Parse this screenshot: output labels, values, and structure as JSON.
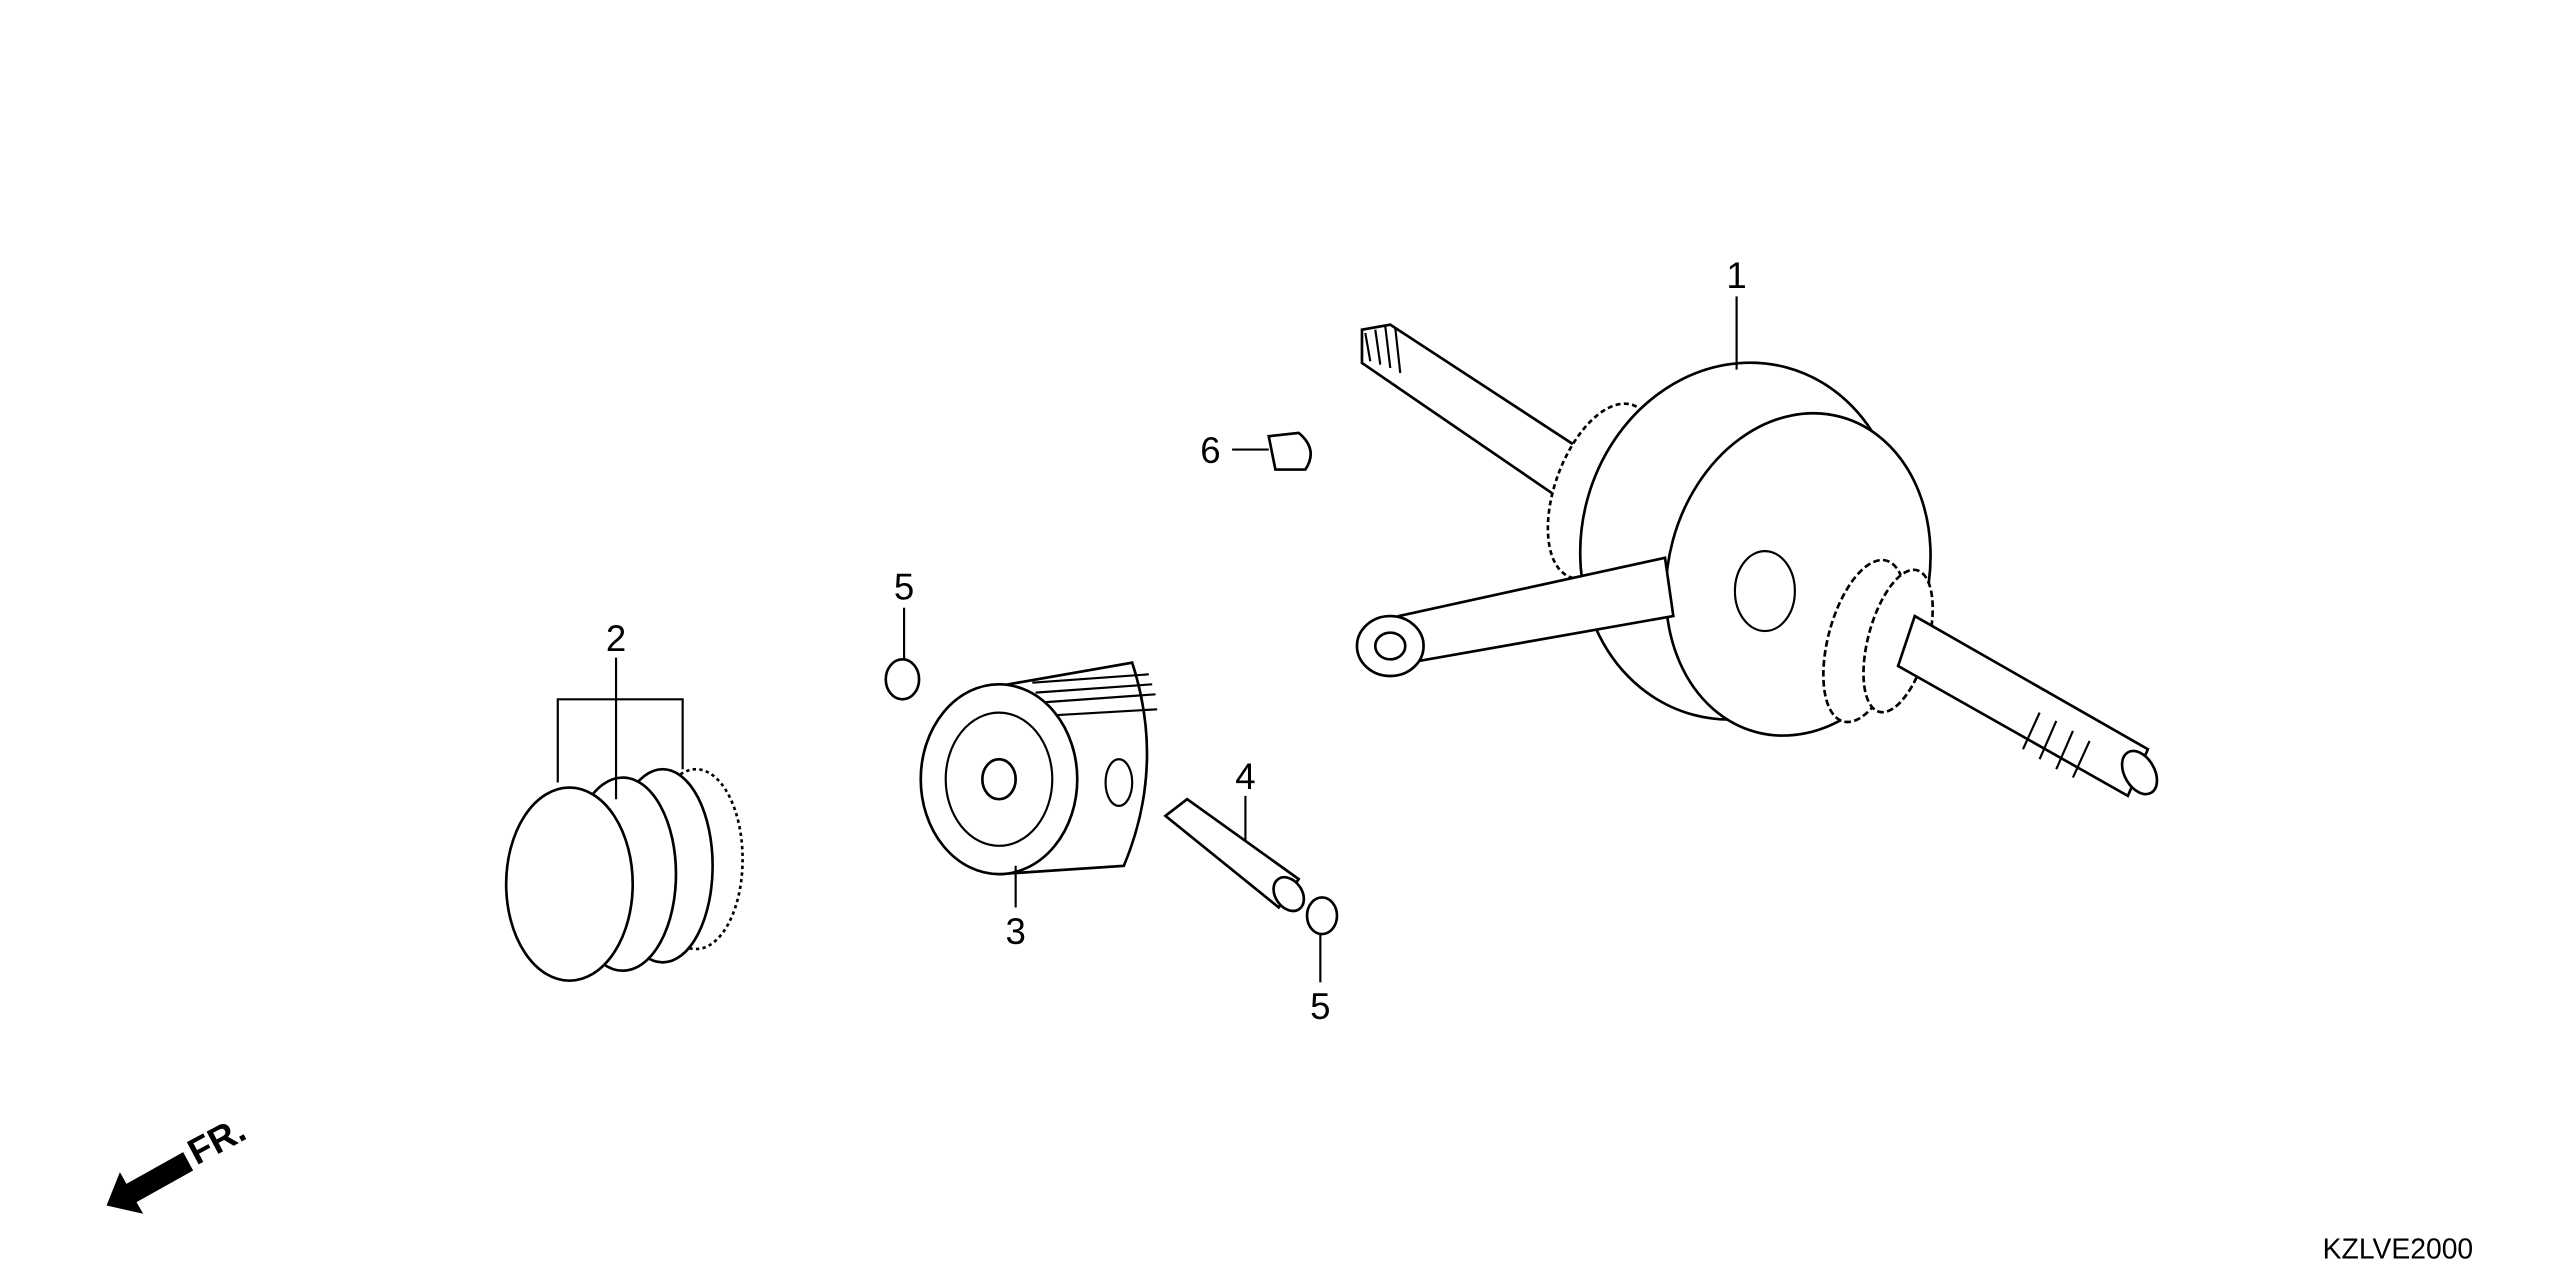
{
  "diagram": {
    "callouts": {
      "crankshaft": "1",
      "piston_ring_set": "2",
      "piston": "3",
      "piston_pin": "4",
      "pin_clip_top": "5",
      "pin_clip_bottom": "5",
      "woodruff_key": "6"
    },
    "front_indicator": "FR.",
    "diagram_code": "KZLVE2000"
  }
}
